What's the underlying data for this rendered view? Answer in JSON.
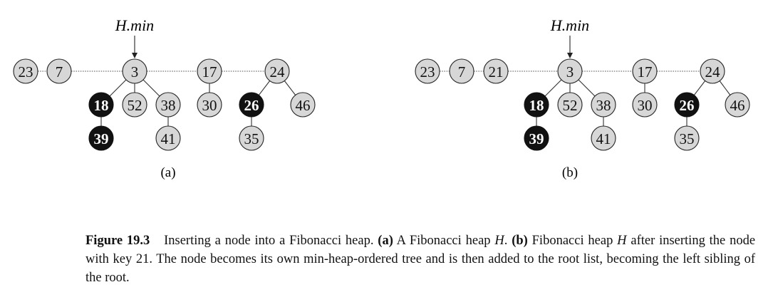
{
  "panels": [
    {
      "label": "(a)",
      "min_pointer_label": "H.min",
      "nodes": [
        {
          "id": "a23",
          "key": "23",
          "color": "white"
        },
        {
          "id": "a7",
          "key": "7",
          "color": "white"
        },
        {
          "id": "a3",
          "key": "3",
          "color": "white"
        },
        {
          "id": "a17",
          "key": "17",
          "color": "white"
        },
        {
          "id": "a24",
          "key": "24",
          "color": "white"
        },
        {
          "id": "a18",
          "key": "18",
          "color": "black"
        },
        {
          "id": "a52",
          "key": "52",
          "color": "white"
        },
        {
          "id": "a38",
          "key": "38",
          "color": "white"
        },
        {
          "id": "a39",
          "key": "39",
          "color": "black"
        },
        {
          "id": "a41",
          "key": "41",
          "color": "white"
        },
        {
          "id": "a30",
          "key": "30",
          "color": "white"
        },
        {
          "id": "a26",
          "key": "26",
          "color": "black"
        },
        {
          "id": "a46",
          "key": "46",
          "color": "white"
        },
        {
          "id": "a35",
          "key": "35",
          "color": "white"
        }
      ],
      "root_list": [
        "a23",
        "a7",
        "a3",
        "a17",
        "a24"
      ],
      "min_node": "a3",
      "edges": [
        [
          "a3",
          "a18"
        ],
        [
          "a3",
          "a52"
        ],
        [
          "a3",
          "a38"
        ],
        [
          "a18",
          "a39"
        ],
        [
          "a38",
          "a41"
        ],
        [
          "a17",
          "a30"
        ],
        [
          "a24",
          "a26"
        ],
        [
          "a24",
          "a46"
        ],
        [
          "a26",
          "a35"
        ]
      ]
    },
    {
      "label": "(b)",
      "min_pointer_label": "H.min",
      "nodes": [
        {
          "id": "b23",
          "key": "23",
          "color": "white"
        },
        {
          "id": "b7",
          "key": "7",
          "color": "white"
        },
        {
          "id": "b21",
          "key": "21",
          "color": "white"
        },
        {
          "id": "b3",
          "key": "3",
          "color": "white"
        },
        {
          "id": "b17",
          "key": "17",
          "color": "white"
        },
        {
          "id": "b24",
          "key": "24",
          "color": "white"
        },
        {
          "id": "b18",
          "key": "18",
          "color": "black"
        },
        {
          "id": "b52",
          "key": "52",
          "color": "white"
        },
        {
          "id": "b38",
          "key": "38",
          "color": "white"
        },
        {
          "id": "b39",
          "key": "39",
          "color": "black"
        },
        {
          "id": "b41",
          "key": "41",
          "color": "white"
        },
        {
          "id": "b30",
          "key": "30",
          "color": "white"
        },
        {
          "id": "b26",
          "key": "26",
          "color": "black"
        },
        {
          "id": "b46",
          "key": "46",
          "color": "white"
        },
        {
          "id": "b35",
          "key": "35",
          "color": "white"
        }
      ],
      "root_list": [
        "b23",
        "b7",
        "b21",
        "b3",
        "b17",
        "b24"
      ],
      "min_node": "b3",
      "edges": [
        [
          "b3",
          "b18"
        ],
        [
          "b3",
          "b52"
        ],
        [
          "b3",
          "b38"
        ],
        [
          "b18",
          "b39"
        ],
        [
          "b38",
          "b41"
        ],
        [
          "b17",
          "b30"
        ],
        [
          "b24",
          "b26"
        ],
        [
          "b24",
          "b46"
        ],
        [
          "b26",
          "b35"
        ]
      ]
    }
  ],
  "caption": {
    "figure_number": "Figure 19.3",
    "text_1": "Inserting a node into a Fibonacci heap.",
    "part_a_label": "(a)",
    "text_2": "A Fibonacci heap",
    "heap_symbol": "H",
    "text_3": ".",
    "part_b_label": "(b)",
    "text_4": "Fibonacci heap",
    "text_5": "after inserting the node with key 21. The node becomes its own min-heap-ordered tree and is then added to the root list, becoming the left sibling of the root."
  },
  "colors": {
    "white_node_fill": "#d7d7d7",
    "black_node_fill": "#111111",
    "stroke": "#222222"
  }
}
